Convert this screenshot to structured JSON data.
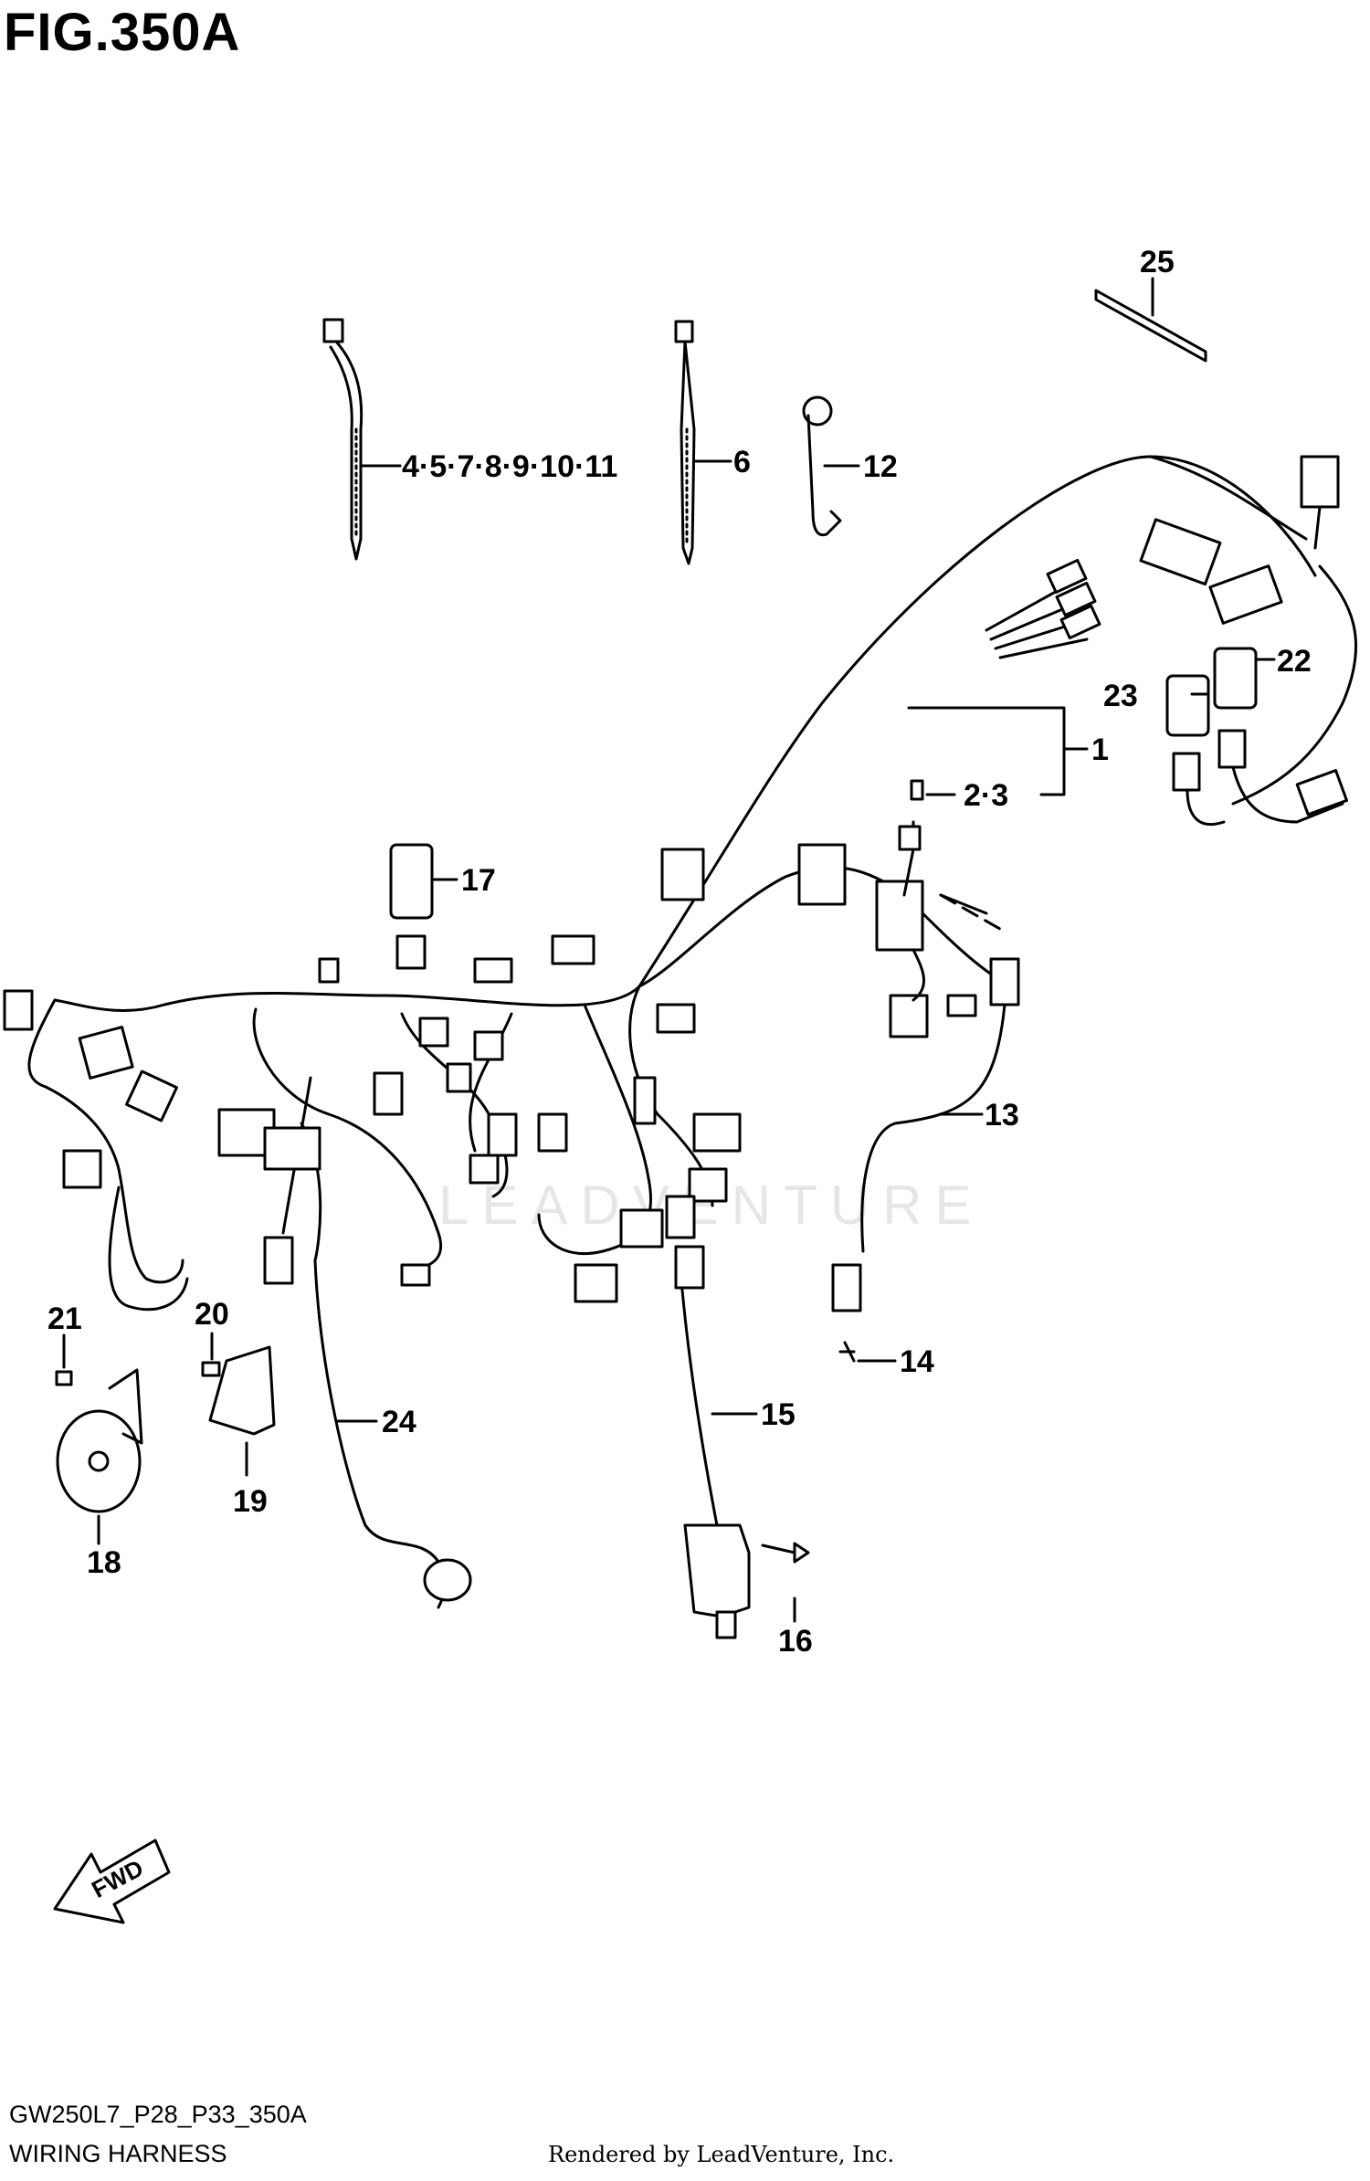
{
  "figure": {
    "title": "FIG.350A",
    "code": "GW250L7_P28_P33_350A",
    "description": "WIRING HARNESS",
    "rendered_by": "Rendered by LeadVenture, Inc.",
    "watermark": "LEADVENTURE",
    "fwd_label": "FWD"
  },
  "callouts": {
    "c1": "1",
    "c2_3": "2·3",
    "c4_11": "4·5·7·8·9·10·11",
    "c6": "6",
    "c12": "12",
    "c13": "13",
    "c14": "14",
    "c15": "15",
    "c16": "16",
    "c17": "17",
    "c18": "18",
    "c19": "19",
    "c20": "20",
    "c21": "21",
    "c22": "22",
    "c23": "23",
    "c24": "24",
    "c25": "25"
  }
}
